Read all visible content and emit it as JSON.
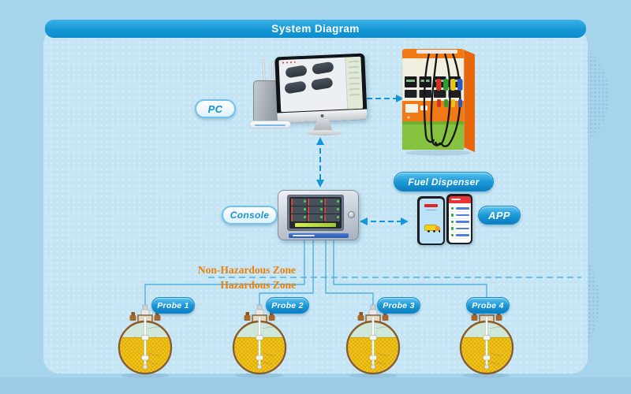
{
  "title": "System Diagram",
  "nodes": {
    "pc": {
      "label": "PC"
    },
    "fuel_dispenser": {
      "label": "Fuel Dispenser"
    },
    "console": {
      "label": "Console"
    },
    "app": {
      "label": "APP"
    }
  },
  "zones": {
    "non_hazardous_label": "Non-Hazardous Zone",
    "hazardous_label": "Hazardous Zone"
  },
  "probes": [
    {
      "label": "Probe 1"
    },
    {
      "label": "Probe 2"
    },
    {
      "label": "Probe 3"
    },
    {
      "label": "Probe 4"
    }
  ],
  "connections": [
    {
      "from": "pc",
      "to": "fuel_dispenser",
      "style": "dashed-double-arrow"
    },
    {
      "from": "pc",
      "to": "console",
      "style": "dashed-double-arrow"
    },
    {
      "from": "console",
      "to": "app",
      "style": "dashed-double-arrow"
    },
    {
      "from": "console",
      "to": "probe-1",
      "style": "cable"
    },
    {
      "from": "console",
      "to": "probe-2",
      "style": "cable"
    },
    {
      "from": "console",
      "to": "probe-3",
      "style": "cable"
    },
    {
      "from": "console",
      "to": "probe-4",
      "style": "cable"
    }
  ],
  "colors": {
    "background": "#a7d4ed",
    "panel": "#c6e5f4",
    "banner_blue": "#1598d6",
    "pill_blue": "#1b9ad8",
    "zone_text_orange": "#e9820a",
    "wire_blue": "#4fb2e2",
    "arrow_blue": "#1694d8",
    "tank_liquid_yellow": "#f1c517",
    "tank_outline_brown": "#8a5a28",
    "dispenser_orange": "#f27a16",
    "dispenser_green": "#86c23f"
  }
}
